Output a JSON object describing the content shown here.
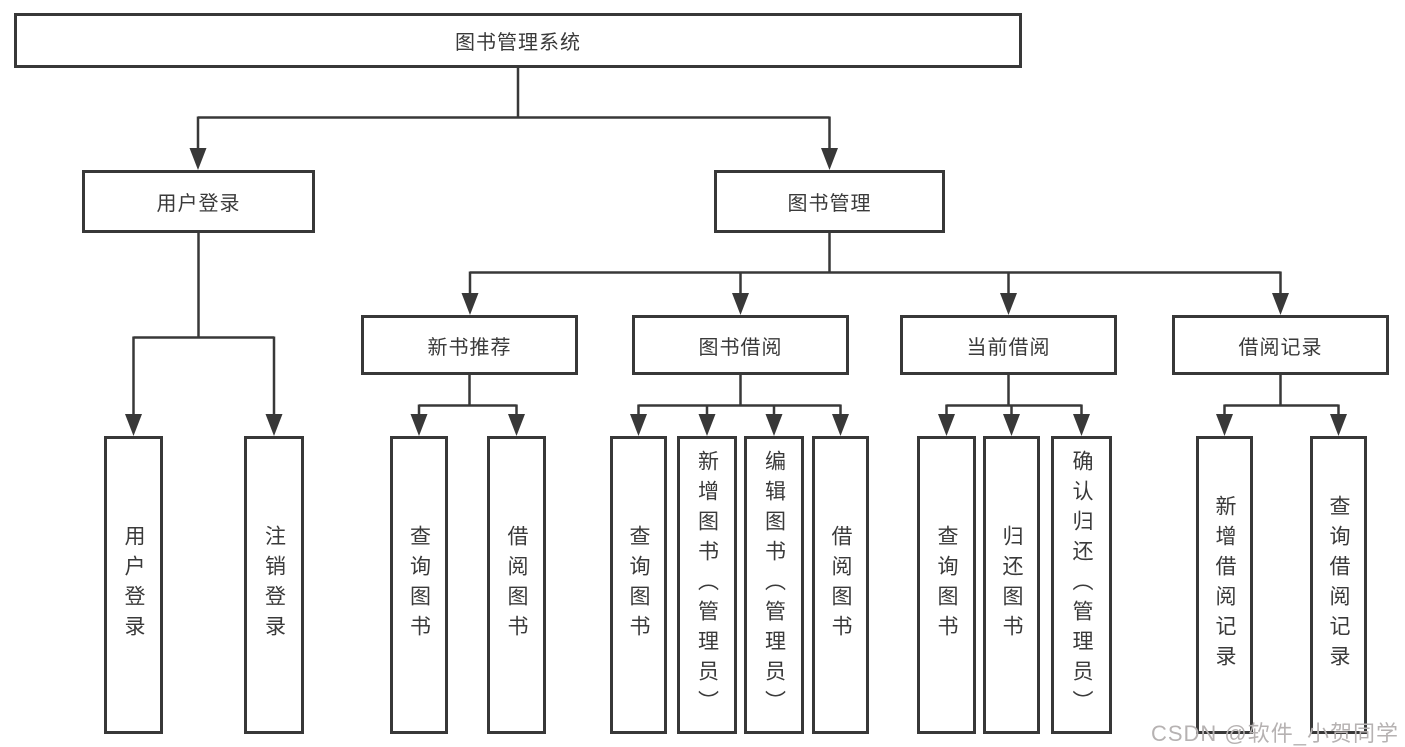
{
  "diagram": {
    "root": {
      "label": "图书管理系统"
    },
    "branches": [
      {
        "label": "用户登录",
        "leaves": [
          {
            "label": "用户登录"
          },
          {
            "label": "注销登录"
          }
        ]
      },
      {
        "label": "图书管理",
        "groups": [
          {
            "label": "新书推荐",
            "leaves": [
              {
                "label": "查询图书"
              },
              {
                "label": "借阅图书"
              }
            ]
          },
          {
            "label": "图书借阅",
            "leaves": [
              {
                "label": "查询图书"
              },
              {
                "label": "新增图书（管理员）"
              },
              {
                "label": "编辑图书（管理员）"
              },
              {
                "label": "借阅图书"
              }
            ]
          },
          {
            "label": "当前借阅",
            "leaves": [
              {
                "label": "查询图书"
              },
              {
                "label": "归还图书"
              },
              {
                "label": "确认归还（管理员）"
              }
            ]
          },
          {
            "label": "借阅记录",
            "leaves": [
              {
                "label": "新增借阅记录"
              },
              {
                "label": "查询借阅记录"
              }
            ]
          }
        ]
      }
    ]
  },
  "watermark": {
    "text": "CSDN @软件_小贺同学"
  },
  "colors": {
    "line": "#383838",
    "text": "#3a3a3a",
    "background": "#ffffff",
    "watermark": "#b6b2b2"
  }
}
